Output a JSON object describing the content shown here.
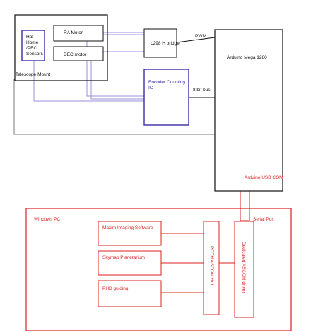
{
  "blocks": {
    "telescope_mount": "Telescope Mount",
    "hall_sensors": [
      "Hal",
      "Home",
      "/PEC",
      "Sensors"
    ],
    "ra_motor": "RA Motor",
    "dec_motor": "DEC motor",
    "h_bridge": "L298 H bridge",
    "arduino": "Arduino Mega 1280",
    "encoder": [
      "Encoder Counting",
      "IC"
    ],
    "pwm": "PWM",
    "bus": "8 bit bus",
    "arduino_usb": "Arduino USB COM",
    "windows_pc": "Windows PC",
    "serial_port": "Serial Port",
    "maxim": "Maxim Imaging Software",
    "skymap": "Skymap Planetarium",
    "phd": "PHD guiding",
    "poth_hub": "POTH ASCOM Hub",
    "ascom_driver": "Dedicated ASCOM driver"
  },
  "colors": {
    "black": "#111111",
    "red": "#d22222",
    "blue": "#3a2ea8",
    "lavender": "#9a8fd8"
  }
}
